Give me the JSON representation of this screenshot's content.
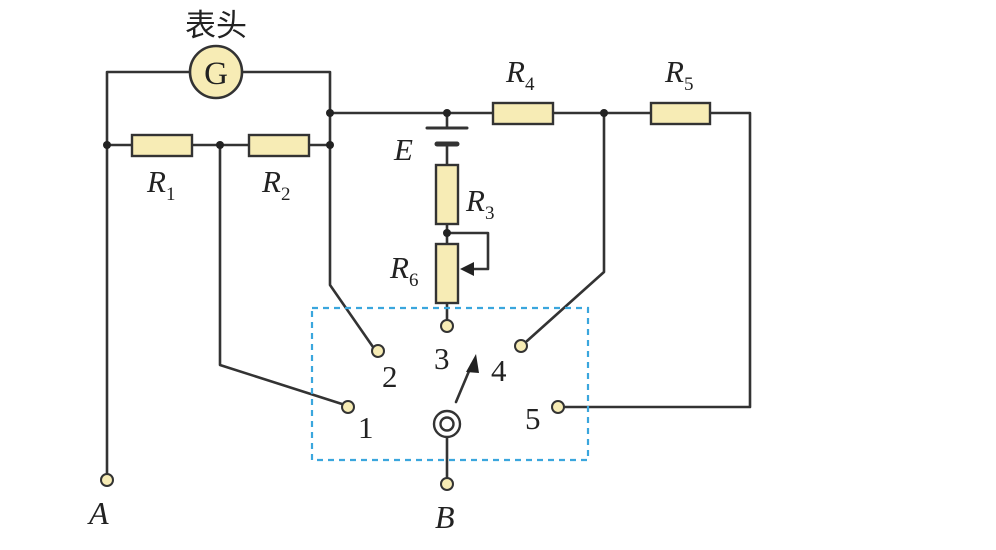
{
  "meter": {
    "caption": "表头",
    "symbol": "G"
  },
  "resistors": {
    "r1": {
      "letter": "R",
      "sub": "1"
    },
    "r2": {
      "letter": "R",
      "sub": "2"
    },
    "r3": {
      "letter": "R",
      "sub": "3"
    },
    "r4": {
      "letter": "R",
      "sub": "4"
    },
    "r5": {
      "letter": "R",
      "sub": "5"
    },
    "r6": {
      "letter": "R",
      "sub": "6"
    }
  },
  "battery": {
    "label": "E"
  },
  "terminals": {
    "a": "A",
    "b": "B"
  },
  "switch_positions": [
    "1",
    "2",
    "3",
    "4",
    "5"
  ],
  "colors": {
    "wire": "#333333",
    "component_fill": "#f7ecb5",
    "selector_box": "#3aa6dd"
  }
}
